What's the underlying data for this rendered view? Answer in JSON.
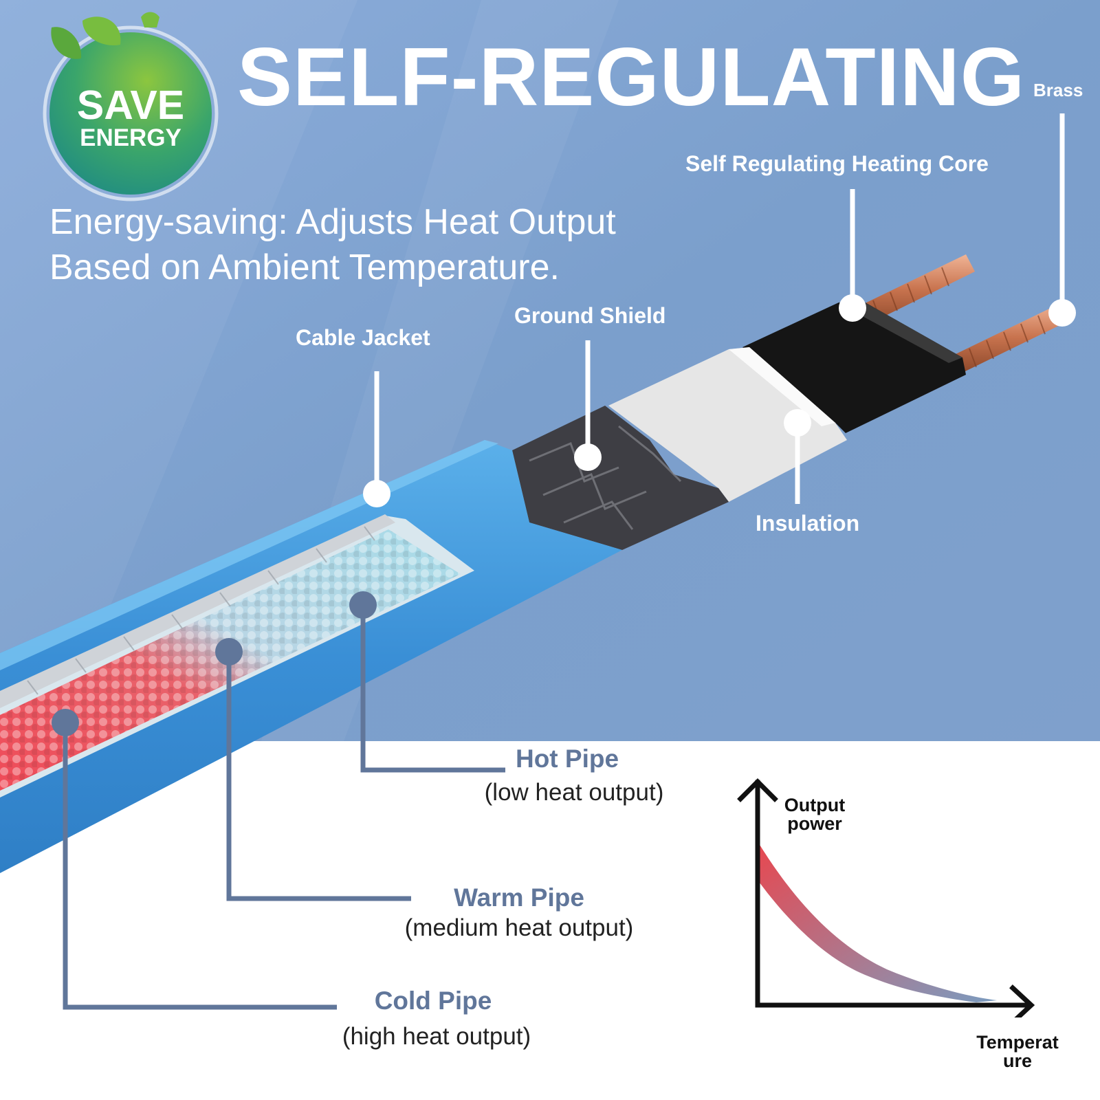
{
  "title": "SELF-REGULATING",
  "subtitle_lines": [
    "Energy-saving: Adjusts Heat Output",
    "Based on Ambient Temperature."
  ],
  "badge": {
    "line1": "SAVE",
    "line2": "ENERGY"
  },
  "component_labels": {
    "brass": "Brass",
    "heating_core": "Self Regulating Heating Core",
    "ground_shield": "Ground Shield",
    "cable_jacket": "Cable Jacket",
    "insulation": "Insulation"
  },
  "pipes": {
    "hot": {
      "name": "Hot Pipe",
      "desc": "(low heat output)"
    },
    "warm": {
      "name": "Warm Pipe",
      "desc": "(medium heat output)"
    },
    "cold": {
      "name": "Cold Pipe",
      "desc": "(high heat output)"
    }
  },
  "graph": {
    "y_label_lines": [
      "Output",
      "power"
    ],
    "x_label_lines": [
      "Temperat",
      "ure"
    ]
  },
  "colors": {
    "sky": "#7fa2cf",
    "jacket": "#3a8fd6",
    "leader": "#60769a",
    "curve_hot": "#e8474f",
    "curve_cool": "#7a9cc0"
  }
}
